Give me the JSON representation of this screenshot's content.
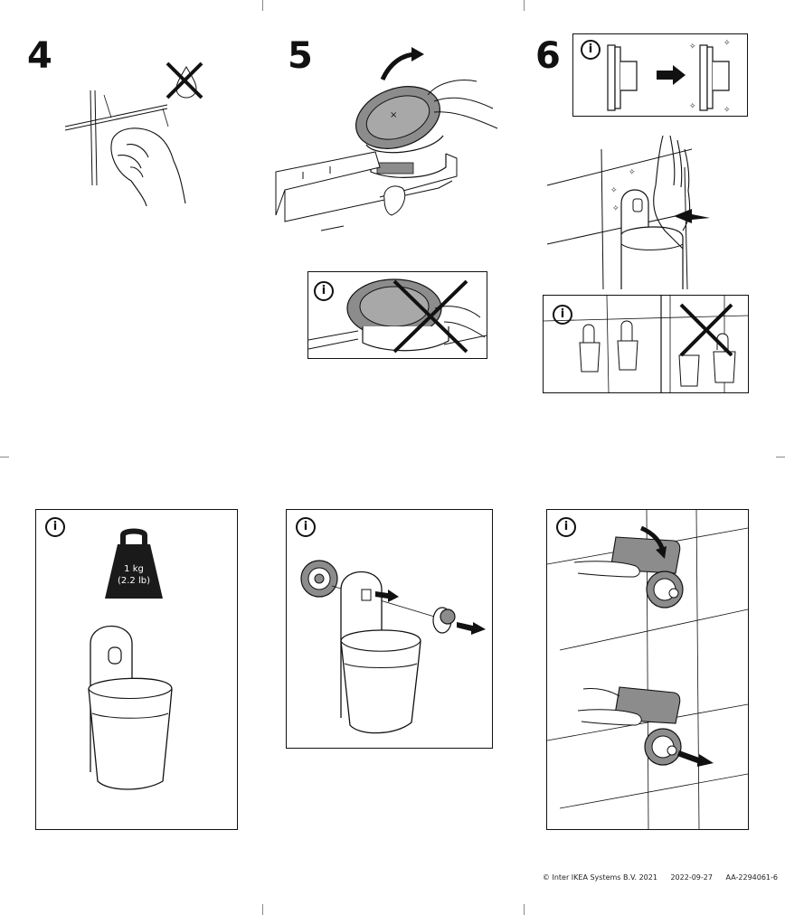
{
  "steps": [
    {
      "number": "4"
    },
    {
      "number": "5"
    },
    {
      "number": "6"
    }
  ],
  "info_symbol": "i",
  "weight": {
    "metric": "1 kg",
    "imperial": "(2.2 lb)"
  },
  "footer": {
    "copyright": "© Inter IKEA Systems B.V. 2021",
    "date": "2022-09-27",
    "doc_id": "AA-2294061-6"
  },
  "colors": {
    "ink": "#111111",
    "gray_fill": "#8c8c8c",
    "weight_fill": "#1a1a1a",
    "paper": "#ffffff"
  }
}
